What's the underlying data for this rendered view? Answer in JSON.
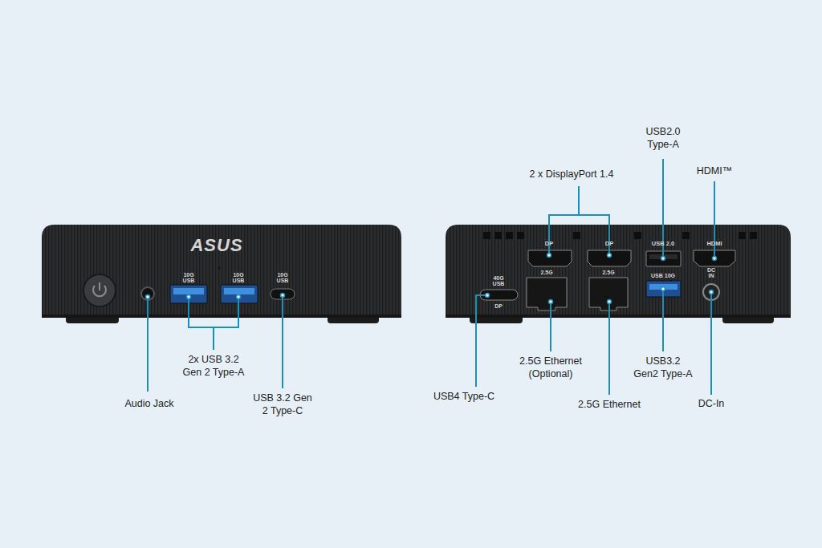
{
  "diagram": {
    "labels": [
      "ASUS",
      "10G USB",
      "10G USB",
      "10G USB",
      "2x USB 3.2 Gen 2 Type-A",
      "Audio Jack",
      "USB 3.2 Gen 2 Type-C",
      "USB2.0 Type-A",
      "2 x DisplayPort 1.4",
      "HDMI™",
      "DP",
      "DP",
      "USB 2.0",
      "HDMI",
      "40G USB",
      "DP",
      "2.5G",
      "2.5G",
      "USB 10G",
      "DC IN",
      "2.5G Ethernet (Optional)",
      "2.5G Ethernet",
      "USB3.2 Gen2 Type-A",
      "USB4 Type-C",
      "DC-In"
    ]
  }
}
